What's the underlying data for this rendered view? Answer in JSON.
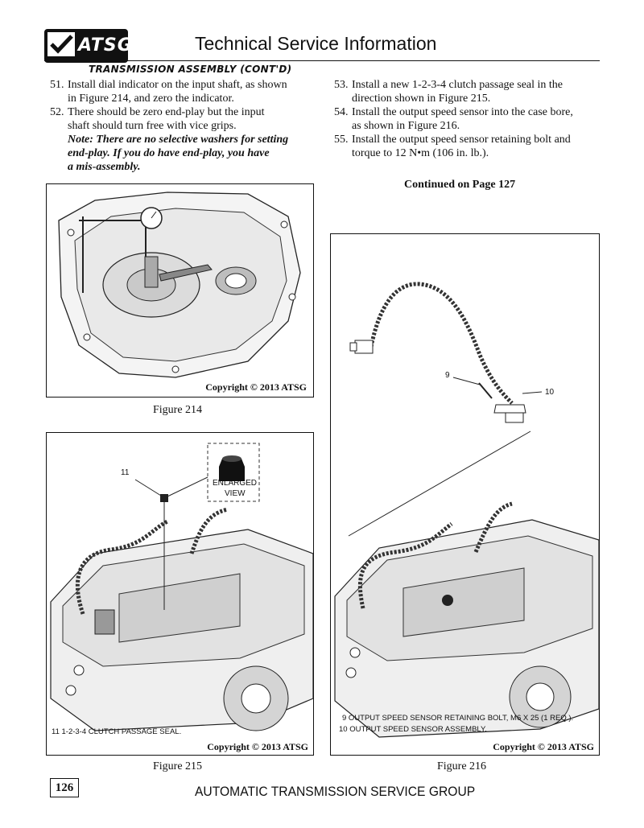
{
  "header": {
    "logo_text": "ATSG",
    "title": "Technical Service Information",
    "section": "TRANSMISSION ASSEMBLY (CONT'D)"
  },
  "steps": [
    {
      "num": "51.",
      "lines": [
        "Install dial indicator on the input shaft, as shown",
        "in Figure 214, and zero the indicator."
      ]
    },
    {
      "num": "52.",
      "lines": [
        "There should be zero end-play but the input",
        "shaft should turn free with vice grips."
      ],
      "note": [
        "Note: There are no selective washers for setting",
        "end-play.  If you do have end-play, you have",
        "a mis-assembly."
      ]
    },
    {
      "num": "53.",
      "lines": [
        "Install a new 1-2-3-4 clutch passage seal in the",
        "direction shown in Figure 215."
      ]
    },
    {
      "num": "54.",
      "lines": [
        "Install the output speed sensor into the case bore,",
        "as shown in Figure 216."
      ]
    },
    {
      "num": "55.",
      "lines": [
        "Install the output speed sensor retaining bolt and",
        "torque to 12 N•m (106 in. lb.)."
      ]
    }
  ],
  "continued": "Continued on Page 127",
  "figures": {
    "fig214": {
      "caption": "Figure 214",
      "copyright": "Copyright © 2013 ATSG"
    },
    "fig215": {
      "caption": "Figure 215",
      "copyright": "Copyright © 2013 ATSG",
      "callout": "11",
      "enlarged": [
        "ENLARGED",
        "VIEW"
      ],
      "legend": [
        "11  1-2-3-4  CLUTCH PASSAGE SEAL."
      ]
    },
    "fig216": {
      "caption": "Figure 216",
      "copyright": "Copyright © 2013 ATSG",
      "callouts": [
        "9",
        "10"
      ],
      "legend": [
        "9  OUTPUT SPEED SENSOR RETAINING BOLT, M6 X 25  (1 REQ.).",
        "10  OUTPUT SPEED SENSOR ASSEMBLY."
      ]
    }
  },
  "footer": {
    "page_number": "126",
    "text": "AUTOMATIC TRANSMISSION SERVICE GROUP"
  }
}
